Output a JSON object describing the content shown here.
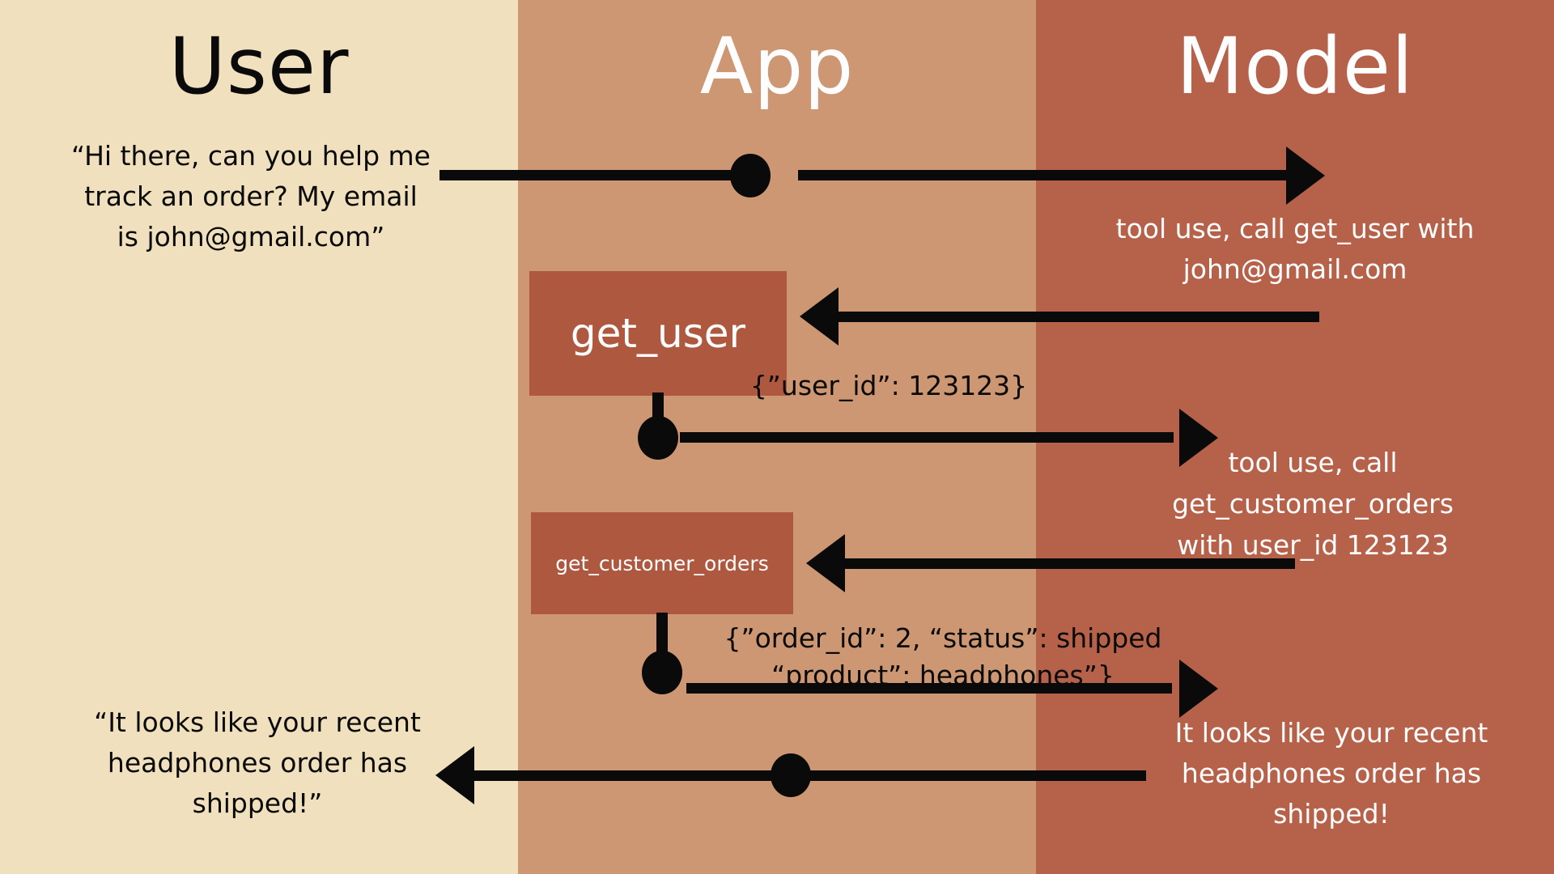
{
  "diagram": {
    "lanes": [
      {
        "label": "User"
      },
      {
        "label": "App"
      },
      {
        "label": "Model"
      }
    ],
    "tool_boxes": [
      {
        "label": "get_user"
      },
      {
        "label": "get_customer_orders"
      }
    ],
    "messages": {
      "user_request": [
        "“Hi there, can you help me",
        "track an order? My email",
        "is john@gmail.com”"
      ],
      "model_tool_call_1": [
        "tool use, call get_user with",
        "john@gmail.com"
      ],
      "tool_result_1": "{”user_id”: 123123}",
      "model_tool_call_2": [
        "tool use, call",
        "get_customer_orders",
        "with user_id 123123"
      ],
      "tool_result_2": [
        "{”order_id”: 2, “status”: shipped",
        "“product”: headphones”}"
      ],
      "model_response": [
        "It looks like your recent",
        "headphones order has",
        "shipped!"
      ],
      "user_facing_response": [
        "“It looks like your recent",
        "headphones order has",
        "shipped!”"
      ]
    },
    "colors": {
      "user_lane_bg": "#f1e0be",
      "app_lane_bg": "#cd9773",
      "model_lane_bg": "#b6614a",
      "tool_box_bg": "#ae5840",
      "ink": "#0a0a0a",
      "light_text": "#fdfdfd"
    }
  }
}
